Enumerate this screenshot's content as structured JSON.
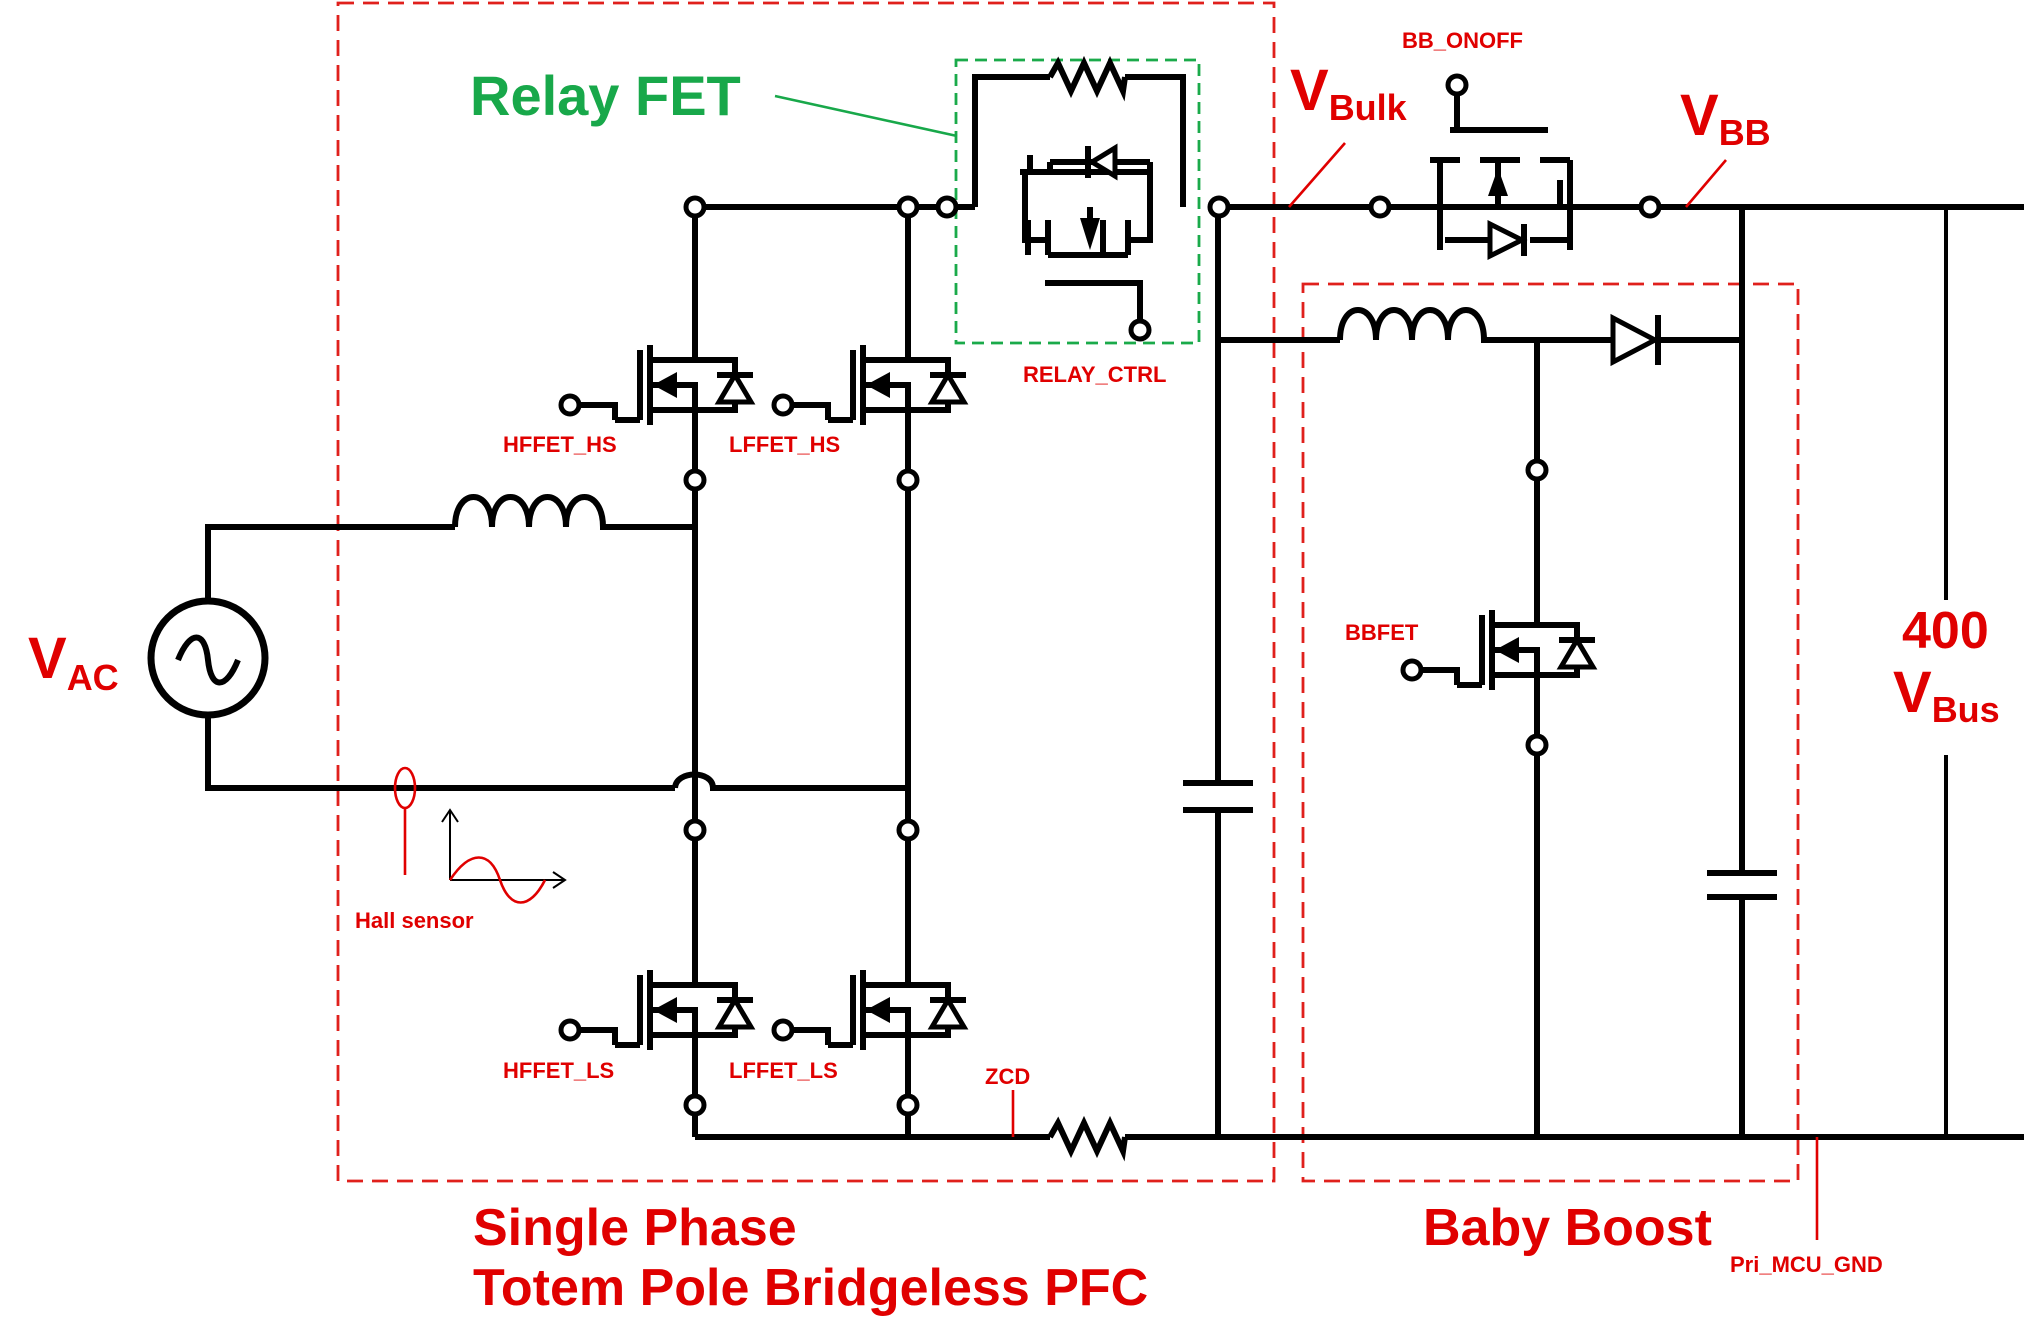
{
  "labels": {
    "relay_fet": "Relay FET",
    "bb_onoff": "BB_ONOFF",
    "relay_ctrl": "RELAY_CTRL",
    "hffet_hs": "HFFET_HS",
    "lffet_hs": "LFFET_HS",
    "hffet_ls": "HFFET_LS",
    "lffet_ls": "LFFET_LS",
    "bbfet": "BBFET",
    "zcd": "ZCD",
    "hall_sensor": "Hall sensor",
    "pri_mcu_gnd": "Pri_MCU_GND",
    "pfc_line1": "Single Phase",
    "pfc_line2": "Totem Pole Bridgeless PFC",
    "baby_boost": "Baby Boost",
    "v_ac_main": "V",
    "v_ac_sub": "AC",
    "v_bulk_main": "V",
    "v_bulk_sub": "Bulk",
    "v_bb_main": "V",
    "v_bb_sub": "BB",
    "bus_value": "400",
    "bus_v_main": "V",
    "bus_v_sub": "Bus"
  },
  "colors": {
    "wire": "#000000",
    "annotation_red": "#e00000",
    "relay_green": "#18a84a",
    "background": "#ffffff"
  },
  "icons": {
    "ac_source": "ac-source-icon",
    "inductor": "inductor-icon",
    "capacitor": "capacitor-icon",
    "resistor": "resistor-icon",
    "mosfet": "mosfet-icon",
    "diode": "diode-icon",
    "hall_sensor": "hall-sensor-icon"
  }
}
